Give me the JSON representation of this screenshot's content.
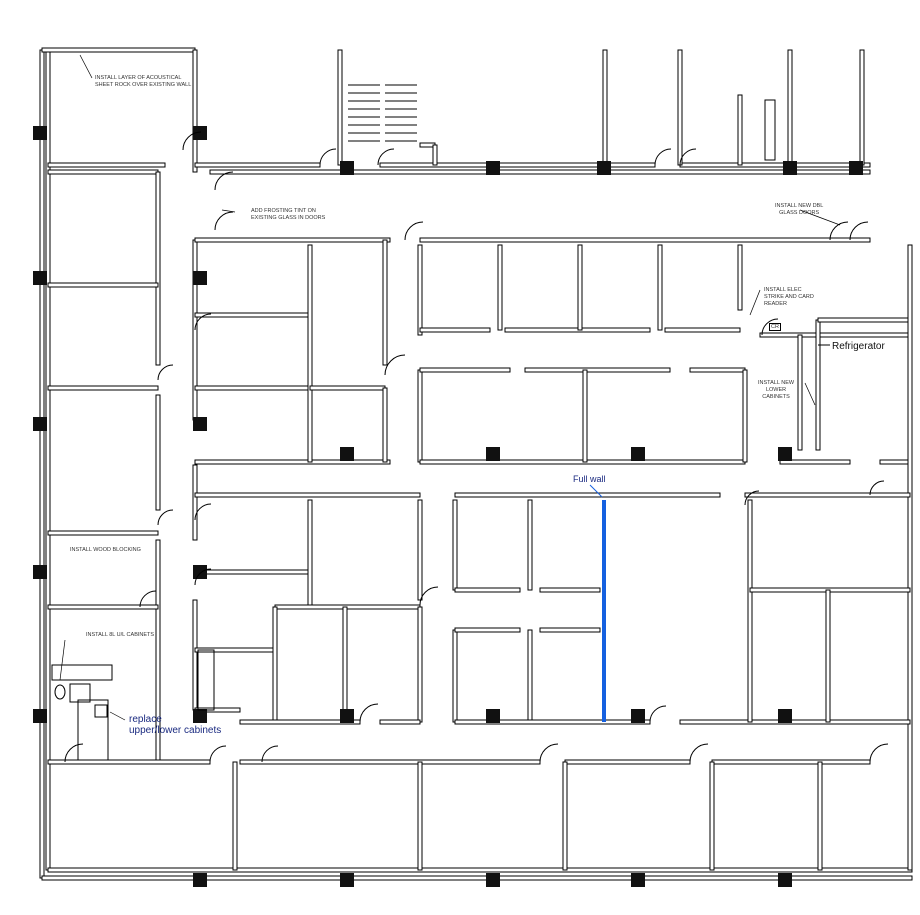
{
  "plan": {
    "annotations": {
      "acoustical": "INSTALL LAYER OF ACOUSTICAL\nSHEET ROCK OVER EXISTING WALL",
      "frosting": "ADD FROSTING TINT ON\nEXISTING GLASS IN DOORS",
      "dbl_doors": "INSTALL NEW DBL\nGLASS DOORS",
      "card_reader": "INSTALL ELEC\nSTRIKE AND CARD\nREADER",
      "cr_tag": "CR",
      "lower_cabinets": "INSTALL NEW\nLOWER\nCABINETS",
      "wood_blocking": "INSTALL WOOD BLOCKING",
      "ul_cabinets": "INSTALL 8L U/L CABINETS",
      "refrigerator": "Refrigerator",
      "replace_cabinets": "replace\nupper/lower cabinets",
      "full_wall": "Full wall"
    },
    "colors": {
      "wall": "#000000",
      "full_wall_highlight": "#1560e0",
      "callout_text": "#1a2a80"
    }
  }
}
